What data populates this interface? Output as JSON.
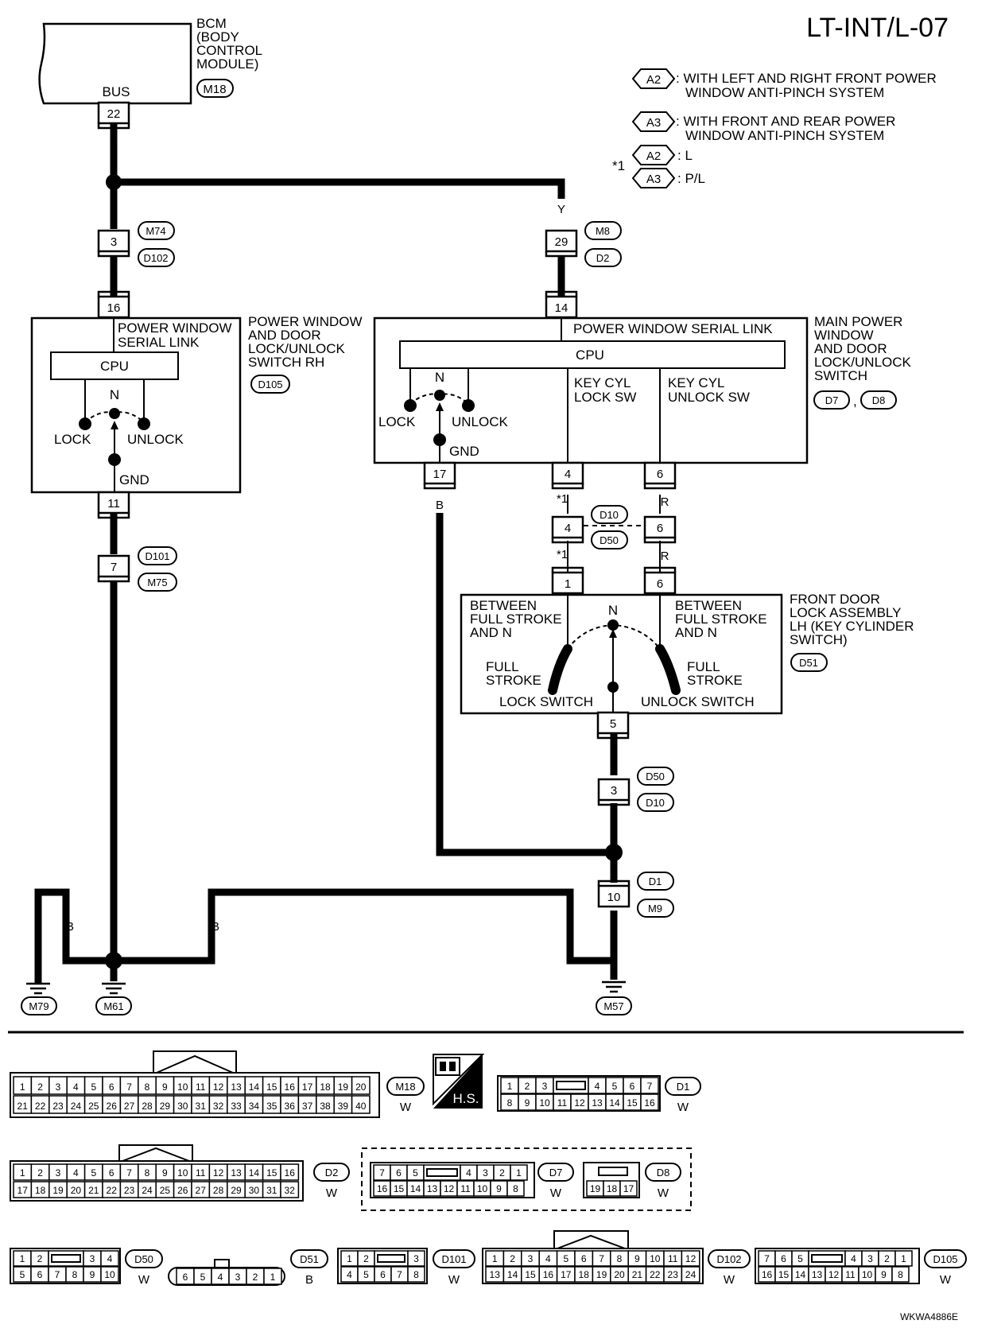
{
  "page_code": "LT-INT/L-07",
  "figure_id": "WKWA4886E",
  "legend": {
    "a2_tag": "A2",
    "a2_desc": [
      ": WITH LEFT AND RIGHT FRONT POWER",
      "WINDOW ANTI-PINCH SYSTEM"
    ],
    "a3_tag": "A3",
    "a3_desc": [
      ": WITH FRONT AND REAR POWER",
      "WINDOW ANTI-PINCH SYSTEM"
    ],
    "star_mark": "*1",
    "a2_color": ": L",
    "a3_color": ": P/L"
  },
  "bcm": {
    "name": [
      "BCM",
      "(BODY",
      "CONTROL",
      "MODULE)"
    ],
    "connector": "M18",
    "bus_label": "BUS",
    "pin": "22"
  },
  "wires": {
    "y": "Y",
    "b": "B",
    "r": "R",
    "star1": "*1"
  },
  "junctions": {
    "m74_d102": {
      "pin": "3",
      "c1": "M74",
      "c2": "D102"
    },
    "m8_d2": {
      "pin": "29",
      "c1": "M8",
      "c2": "D2"
    },
    "d101_m75": {
      "pin": "7",
      "c1": "D101",
      "c2": "M75"
    },
    "d10_d50_left": {
      "pin": "4"
    },
    "d10_d50_right": {
      "pin": "6"
    },
    "d10_d50_tags": {
      "c1": "D10",
      "c2": "D50"
    },
    "d50_d10": {
      "pin": "3",
      "c1": "D50",
      "c2": "D10"
    },
    "d1_m9": {
      "pin": "10",
      "c1": "D1",
      "c2": "M9"
    }
  },
  "rh_switch": {
    "name": [
      "POWER WINDOW",
      "AND DOOR",
      "LOCK/UNLOCK",
      "SWITCH RH"
    ],
    "connector": "D105",
    "serial_link": [
      "POWER WINDOW",
      "SERIAL LINK"
    ],
    "cpu": "CPU",
    "n": "N",
    "lock": "LOCK",
    "unlock": "UNLOCK",
    "gnd": "GND",
    "pin_top": "16",
    "pin_bottom": "11"
  },
  "main_switch": {
    "name": [
      "MAIN POWER",
      "WINDOW",
      "AND DOOR",
      "LOCK/UNLOCK",
      "SWITCH"
    ],
    "connectors": [
      "D7",
      "D8"
    ],
    "separator": ",",
    "serial_link": "POWER WINDOW SERIAL LINK",
    "cpu": "CPU",
    "n": "N",
    "lock": "LOCK",
    "unlock": "UNLOCK",
    "gnd": "GND",
    "key_lock": [
      "KEY CYL",
      "LOCK SW"
    ],
    "key_unlock": [
      "KEY CYL",
      "UNLOCK SW"
    ],
    "pin_top": "14",
    "pin_gnd": "17",
    "pin_lock": "4",
    "pin_unlock": "6"
  },
  "door_lock": {
    "name": [
      "FRONT DOOR",
      "LOCK ASSEMBLY",
      "LH (KEY CYLINDER",
      "SWITCH)"
    ],
    "connector": "D51",
    "between_left": [
      "BETWEEN",
      "FULL STROKE",
      "AND N"
    ],
    "between_right": [
      "BETWEEN",
      "FULL STROKE",
      "AND N"
    ],
    "full_left": [
      "FULL",
      "STROKE"
    ],
    "full_right": [
      "FULL",
      "STROKE"
    ],
    "lock_sw": "LOCK SWITCH",
    "unlock_sw": "UNLOCK SWITCH",
    "n": "N",
    "pin_lock": "1",
    "pin_unlock": "6",
    "pin_bottom": "5"
  },
  "grounds": [
    "M79",
    "M61",
    "M57"
  ],
  "connectors": {
    "m18": {
      "id": "M18",
      "color": "W",
      "row1": [
        "1",
        "2",
        "3",
        "4",
        "5",
        "6",
        "7",
        "8",
        "9",
        "10",
        "11",
        "12",
        "13",
        "14",
        "15",
        "16",
        "17",
        "18",
        "19",
        "20"
      ],
      "row2": [
        "21",
        "22",
        "23",
        "24",
        "25",
        "26",
        "27",
        "28",
        "29",
        "30",
        "31",
        "32",
        "33",
        "34",
        "35",
        "36",
        "37",
        "38",
        "39",
        "40"
      ]
    },
    "hs": "H.S.",
    "d1": {
      "id": "D1",
      "color": "W",
      "row1": [
        "1",
        "2",
        "3",
        "",
        "4",
        "5",
        "6",
        "7"
      ],
      "row2": [
        "8",
        "9",
        "10",
        "11",
        "12",
        "13",
        "14",
        "15",
        "16"
      ]
    },
    "d2": {
      "id": "D2",
      "color": "W",
      "row1": [
        "1",
        "2",
        "3",
        "4",
        "5",
        "6",
        "7",
        "8",
        "9",
        "10",
        "11",
        "12",
        "13",
        "14",
        "15",
        "16"
      ],
      "row2": [
        "17",
        "18",
        "19",
        "20",
        "21",
        "22",
        "23",
        "24",
        "25",
        "26",
        "27",
        "28",
        "29",
        "30",
        "31",
        "32"
      ]
    },
    "d7": {
      "id": "D7",
      "color": "W",
      "row1": [
        "7",
        "6",
        "5",
        "",
        "4",
        "3",
        "2",
        "1"
      ],
      "row2": [
        "16",
        "15",
        "14",
        "13",
        "12",
        "11",
        "10",
        "9",
        "8"
      ]
    },
    "d8": {
      "id": "D8",
      "color": "W",
      "row2": [
        "19",
        "18",
        "17"
      ]
    },
    "d50": {
      "id": "D50",
      "color": "W",
      "row1": [
        "1",
        "2",
        "",
        "3",
        "4"
      ],
      "row2": [
        "5",
        "6",
        "7",
        "8",
        "9",
        "10"
      ]
    },
    "d51": {
      "id": "D51",
      "color": "B",
      "row1": [
        "6",
        "5",
        "4",
        "3",
        "2",
        "1"
      ]
    },
    "d101": {
      "id": "D101",
      "color": "W",
      "row1": [
        "1",
        "2",
        "",
        "3"
      ],
      "row2": [
        "4",
        "5",
        "6",
        "7",
        "8"
      ]
    },
    "d102": {
      "id": "D102",
      "color": "W",
      "row1": [
        "1",
        "2",
        "3",
        "4",
        "5",
        "6",
        "7",
        "8",
        "9",
        "10",
        "11",
        "12"
      ],
      "row2": [
        "13",
        "14",
        "15",
        "16",
        "17",
        "18",
        "19",
        "20",
        "21",
        "22",
        "23",
        "24"
      ]
    },
    "d105": {
      "id": "D105",
      "color": "W",
      "row1": [
        "7",
        "6",
        "5",
        "",
        "4",
        "3",
        "2",
        "1"
      ],
      "row2": [
        "16",
        "15",
        "14",
        "13",
        "12",
        "11",
        "10",
        "9",
        "8"
      ]
    }
  }
}
